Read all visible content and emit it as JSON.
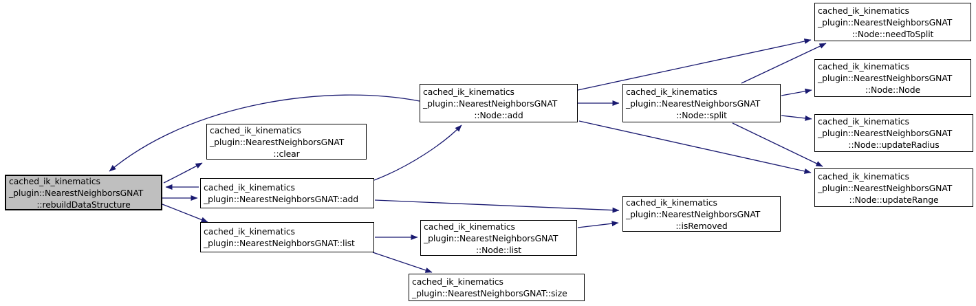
{
  "graph": {
    "type": "call-graph",
    "colors": {
      "edge": "#191970",
      "node_fill": "#ffffff",
      "node_border": "#000000",
      "focus_node_fill": "#bfbfbf",
      "text": "#000000",
      "background": "#ffffff"
    },
    "nodes": {
      "rebuild": {
        "focused": true,
        "lines": [
          "cached_ik_kinematics",
          "_plugin::NearestNeighborsGNAT",
          "::rebuildDataStructure"
        ]
      },
      "clear": {
        "lines": [
          "cached_ik_kinematics",
          "_plugin::NearestNeighborsGNAT",
          "::clear"
        ]
      },
      "add": {
        "lines": [
          "cached_ik_kinematics",
          "_plugin::NearestNeighborsGNAT::add"
        ]
      },
      "list": {
        "lines": [
          "cached_ik_kinematics",
          "_plugin::NearestNeighborsGNAT::list"
        ]
      },
      "node_add": {
        "lines": [
          "cached_ik_kinematics",
          "_plugin::NearestNeighborsGNAT",
          "::Node::add"
        ]
      },
      "node_list": {
        "lines": [
          "cached_ik_kinematics",
          "_plugin::NearestNeighborsGNAT",
          "::Node::list"
        ]
      },
      "size": {
        "lines": [
          "cached_ik_kinematics",
          "_plugin::NearestNeighborsGNAT::size"
        ]
      },
      "node_split": {
        "lines": [
          "cached_ik_kinematics",
          "_plugin::NearestNeighborsGNAT",
          "::Node::split"
        ]
      },
      "is_removed": {
        "lines": [
          "cached_ik_kinematics",
          "_plugin::NearestNeighborsGNAT",
          "::isRemoved"
        ]
      },
      "need_to_split": {
        "lines": [
          "cached_ik_kinematics",
          "_plugin::NearestNeighborsGNAT",
          "::Node::needToSplit"
        ]
      },
      "node_node": {
        "lines": [
          "cached_ik_kinematics",
          "_plugin::NearestNeighborsGNAT",
          "::Node::Node"
        ]
      },
      "update_radius": {
        "lines": [
          "cached_ik_kinematics",
          "_plugin::NearestNeighborsGNAT",
          "::Node::updateRadius"
        ]
      },
      "update_range": {
        "lines": [
          "cached_ik_kinematics",
          "_plugin::NearestNeighborsGNAT",
          "::Node::updateRange"
        ]
      }
    },
    "edges": [
      {
        "from": "rebuildDataStructure",
        "to": "clear"
      },
      {
        "from": "add",
        "to": "rebuildDataStructure"
      },
      {
        "from": "rebuildDataStructure",
        "to": "add"
      },
      {
        "from": "rebuildDataStructure",
        "to": "list"
      },
      {
        "from": "Node::add",
        "to": "rebuildDataStructure"
      },
      {
        "from": "add",
        "to": "Node::add"
      },
      {
        "from": "add",
        "to": "isRemoved"
      },
      {
        "from": "Node::add",
        "to": "Node::split"
      },
      {
        "from": "Node::add",
        "to": "Node::needToSplit"
      },
      {
        "from": "Node::add",
        "to": "Node::updateRange"
      },
      {
        "from": "Node::split",
        "to": "Node::needToSplit"
      },
      {
        "from": "Node::split",
        "to": "Node::Node"
      },
      {
        "from": "Node::split",
        "to": "Node::updateRadius"
      },
      {
        "from": "Node::split",
        "to": "Node::updateRange"
      },
      {
        "from": "list",
        "to": "Node::list"
      },
      {
        "from": "list",
        "to": "size"
      },
      {
        "from": "Node::list",
        "to": "isRemoved"
      }
    ]
  }
}
